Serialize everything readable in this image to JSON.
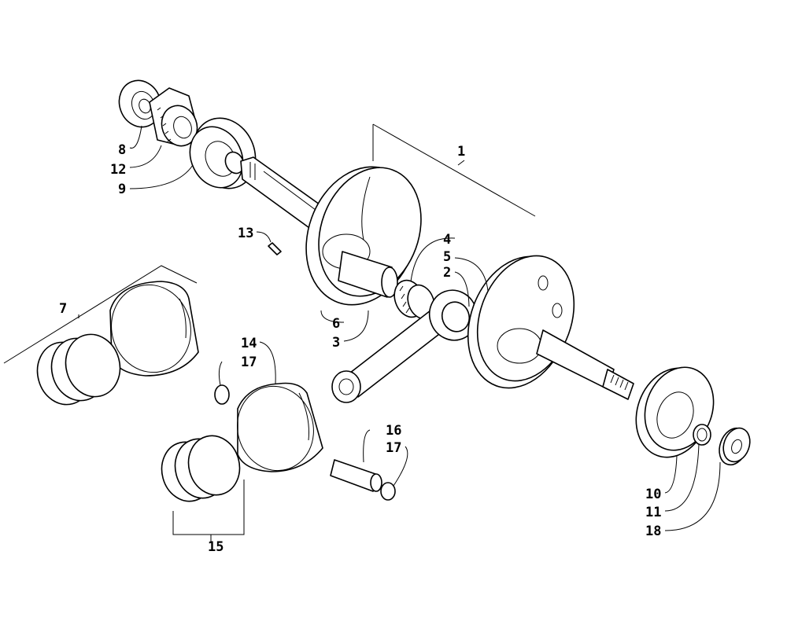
{
  "callouts": {
    "c1": "1",
    "c2": "2",
    "c3": "3",
    "c4": "4",
    "c5": "5",
    "c6": "6",
    "c7": "7",
    "c8": "8",
    "c9": "9",
    "c10": "10",
    "c11": "11",
    "c12": "12",
    "c13": "13",
    "c14": "14",
    "c15": "15",
    "c16": "16",
    "c17a": "17",
    "c17b": "17",
    "c18": "18"
  }
}
